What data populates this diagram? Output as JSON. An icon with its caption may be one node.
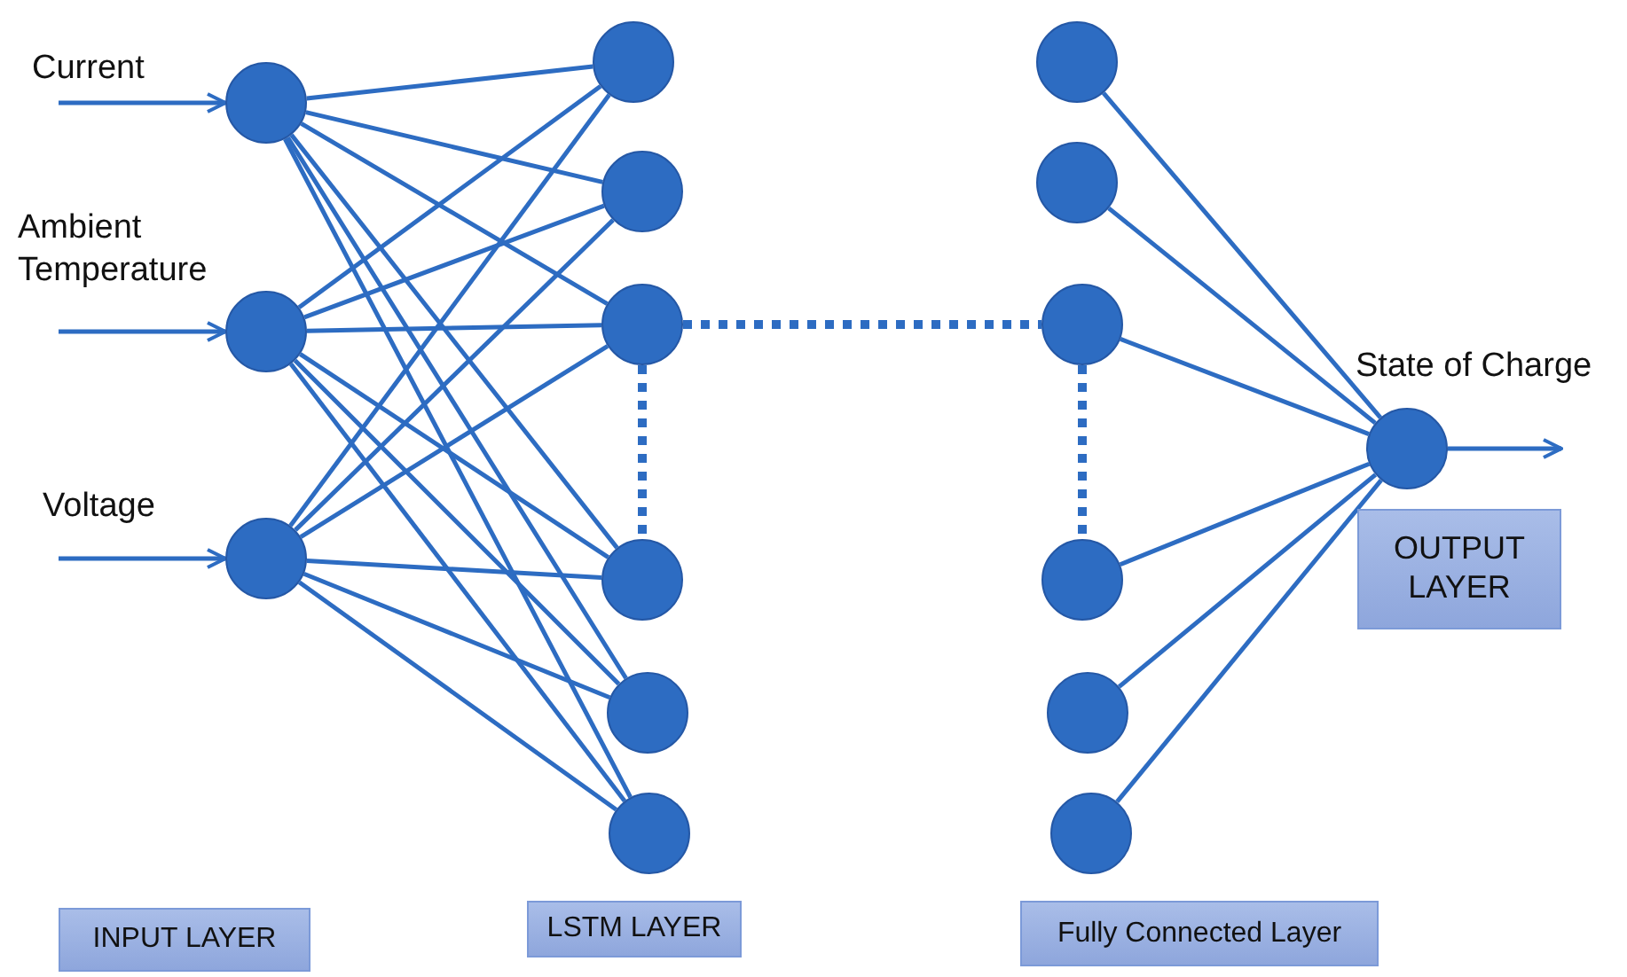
{
  "diagram": {
    "nodes": [
      {
        "text": [],
        "shape": "circle"
      },
      {
        "text": [],
        "shape": "circle"
      },
      {
        "text": [],
        "shape": "circle"
      },
      {
        "text": [],
        "shape": "circle"
      },
      {
        "text": [],
        "shape": "circle"
      },
      {
        "text": [],
        "shape": "circle"
      },
      {
        "text": [],
        "shape": "circle"
      },
      {
        "text": [],
        "shape": "circle"
      },
      {
        "text": [],
        "shape": "circle"
      },
      {
        "text": [],
        "shape": "circle"
      },
      {
        "text": [],
        "shape": "circle"
      },
      {
        "text": [],
        "shape": "circle"
      },
      {
        "text": [],
        "shape": "circle"
      },
      {
        "text": [],
        "shape": "circle"
      },
      {
        "text": [],
        "shape": "circle"
      },
      {
        "text": [],
        "shape": "circle",
        "beside": [
          "State of Charge"
        ]
      },
      {
        "text": [
          "INPUT LAYER"
        ]
      },
      {
        "text": [
          "LSTM LAYER"
        ]
      },
      {
        "text": [
          "Fully Connected Layer"
        ]
      },
      {
        "text": [
          "OUTPUT LAYER"
        ]
      }
    ],
    "edges": [
      {
        "from": null,
        "to": 0,
        "arrow": "to",
        "label": "Current"
      },
      {
        "from": null,
        "to": 1,
        "arrow": "to",
        "label": "Ambient Temperature"
      },
      {
        "from": null,
        "to": 2,
        "arrow": "to",
        "label": "Voltage"
      },
      {
        "from": 0,
        "to": 3,
        "arrow": "none"
      },
      {
        "from": 0,
        "to": 4,
        "arrow": "none"
      },
      {
        "from": 0,
        "to": 5,
        "arrow": "none"
      },
      {
        "from": 0,
        "to": 6,
        "arrow": "none"
      },
      {
        "from": 0,
        "to": 7,
        "arrow": "none"
      },
      {
        "from": 0,
        "to": 8,
        "arrow": "none"
      },
      {
        "from": 1,
        "to": 3,
        "arrow": "none"
      },
      {
        "from": 1,
        "to": 4,
        "arrow": "none"
      },
      {
        "from": 1,
        "to": 5,
        "arrow": "none"
      },
      {
        "from": 1,
        "to": 6,
        "arrow": "none"
      },
      {
        "from": 1,
        "to": 7,
        "arrow": "none"
      },
      {
        "from": 1,
        "to": 8,
        "arrow": "none"
      },
      {
        "from": 2,
        "to": 3,
        "arrow": "none"
      },
      {
        "from": 2,
        "to": 4,
        "arrow": "none"
      },
      {
        "from": 2,
        "to": 5,
        "arrow": "none"
      },
      {
        "from": 2,
        "to": 6,
        "arrow": "none"
      },
      {
        "from": 2,
        "to": 7,
        "arrow": "none"
      },
      {
        "from": 2,
        "to": 8,
        "arrow": "none"
      },
      {
        "from": 5,
        "to": 6,
        "arrow": "none",
        "style": "dashed"
      },
      {
        "from": 5,
        "to": 11,
        "arrow": "none",
        "style": "dashed"
      },
      {
        "from": 11,
        "to": 12,
        "arrow": "none",
        "style": "dashed"
      },
      {
        "from": 9,
        "to": 15,
        "arrow": "none"
      },
      {
        "from": 10,
        "to": 15,
        "arrow": "none"
      },
      {
        "from": 11,
        "to": 15,
        "arrow": "none"
      },
      {
        "from": 12,
        "to": 15,
        "arrow": "none"
      },
      {
        "from": 13,
        "to": 15,
        "arrow": "none"
      },
      {
        "from": 14,
        "to": 15,
        "arrow": "none"
      },
      {
        "from": 15,
        "to": null,
        "arrow": "to"
      }
    ]
  }
}
